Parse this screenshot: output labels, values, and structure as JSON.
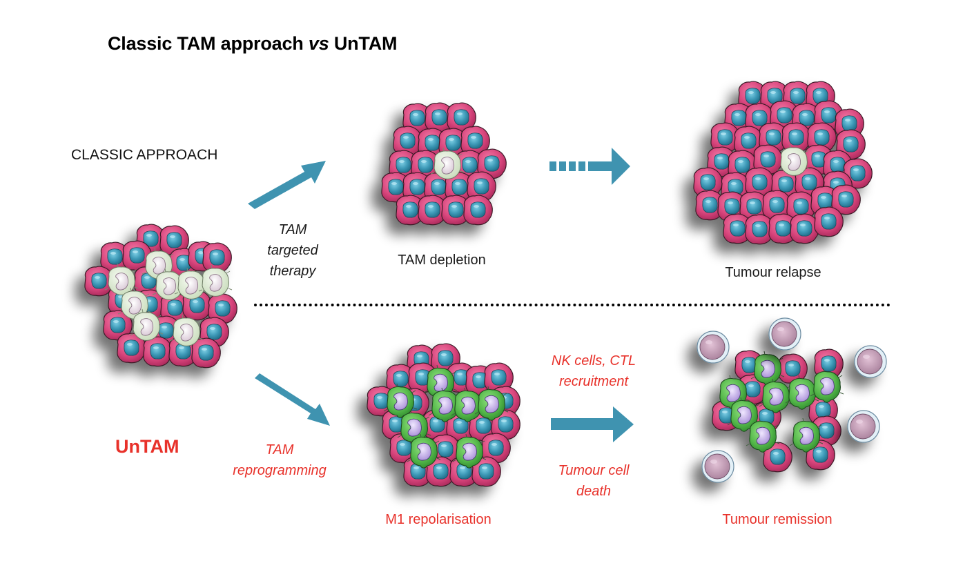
{
  "title": {
    "prefix": "Classic TAM approach ",
    "vs": "vs",
    "suffix": " UnTAM"
  },
  "rows": {
    "classic": {
      "label": "CLASSIC APPROACH",
      "step1_caption": [
        "TAM",
        "targeted",
        "therapy"
      ],
      "stage1_caption": "TAM depletion",
      "stage2_caption": "Tumour relapse"
    },
    "untam": {
      "label": "UnTAM",
      "step1_caption": [
        "TAM",
        "reprogramming"
      ],
      "stage1_caption": "M1 repolarisation",
      "step2_caption_top": [
        "NK cells, CTL",
        "recruitment"
      ],
      "step2_caption_bottom": [
        "Tumour cell",
        "death"
      ],
      "stage2_caption": "Tumour remission"
    }
  },
  "colors": {
    "arrow": "#3f93b0",
    "tumour_cell": "#d9447a",
    "tumour_nucleus": "#3d99b7",
    "m2_macrophage": "#dde9d3",
    "m1_macrophage": "#5cbf53",
    "macrophage_nucleus": "#c9b3e8",
    "immune_cell": "#c9a0b8",
    "highlight_red": "#e8312a"
  },
  "icons": {
    "arrow_up_right": "arrow-up-right-icon",
    "arrow_down_right": "arrow-down-right-icon",
    "arrow_right_dashed": "dashed-arrow-right-icon",
    "arrow_right": "arrow-right-icon"
  }
}
